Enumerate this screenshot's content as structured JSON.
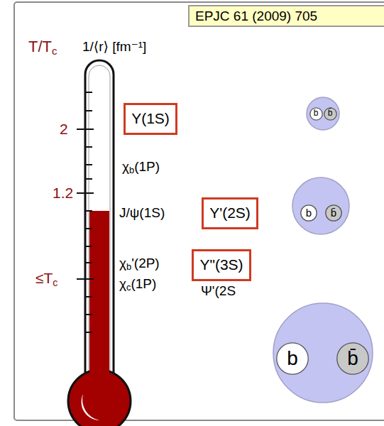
{
  "diagram": {
    "nodes": [
      {
        "text": [
          "EPJC 61 (2009) 705"
        ]
      },
      {
        "text": [
          "Υ(1S)"
        ]
      },
      {
        "text": [
          "Υ'(2S)"
        ]
      },
      {
        "text": [
          "Υ\"(3S)"
        ]
      },
      {
        "text": [
          "b"
        ]
      },
      {
        "text": [
          "b̄"
        ]
      },
      {
        "text": [
          "b"
        ]
      },
      {
        "text": [
          "b̄"
        ]
      },
      {
        "text": [
          "b"
        ]
      },
      {
        "text": [
          "b̄"
        ]
      }
    ],
    "labels": [
      "T/Tc",
      "1/⟨r⟩ [fm⁻¹]",
      "2",
      "χb(1P)",
      "1.2",
      "J/ψ(1S)",
      "≤Tc",
      "χb'(2P)",
      "χc(1P)",
      "Ψ'(2S"
    ]
  }
}
